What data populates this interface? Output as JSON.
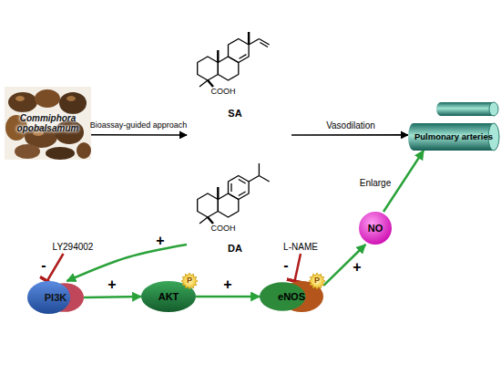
{
  "diagram": {
    "nodes": [
      {
        "text": [
          "Commiphora opobalsamum"
        ]
      },
      {
        "text": [
          "COOH",
          "SA"
        ]
      },
      {
        "text": [
          "COOH",
          "DA"
        ]
      },
      {
        "text": [
          "Pulmonary arteries"
        ]
      },
      {
        "text": [
          "LY294002"
        ]
      },
      {
        "text": [
          "PI3K"
        ]
      },
      {
        "text": [
          "AKT"
        ]
      },
      {
        "text": [
          "P"
        ],
        "in": 6
      },
      {
        "text": [
          "L-NAME"
        ]
      },
      {
        "text": [
          "eNOS"
        ]
      },
      {
        "text": [
          "P"
        ],
        "in": 9
      },
      {
        "text": [
          "NO"
        ]
      }
    ],
    "edges": [
      {
        "from": 0,
        "to": 1,
        "arrow": "to",
        "label": "Bioassay-guided approach"
      },
      {
        "from": 1,
        "to": 3,
        "arrow": "to",
        "label": "Vasodilation"
      },
      {
        "from": 2,
        "to": 5,
        "arrow": "to",
        "label": "+"
      },
      {
        "from": 4,
        "to": 5,
        "arrow": "to",
        "label": "-"
      },
      {
        "from": 5,
        "to": 6,
        "arrow": "to",
        "label": "+"
      },
      {
        "from": 6,
        "to": 9,
        "arrow": "to",
        "label": "+"
      },
      {
        "from": 8,
        "to": 9,
        "arrow": "to",
        "label": "-"
      },
      {
        "from": 9,
        "to": 11,
        "arrow": "to",
        "label": "+"
      },
      {
        "from": 11,
        "to": 3,
        "arrow": "to",
        "label": "Enlarge"
      }
    ]
  }
}
